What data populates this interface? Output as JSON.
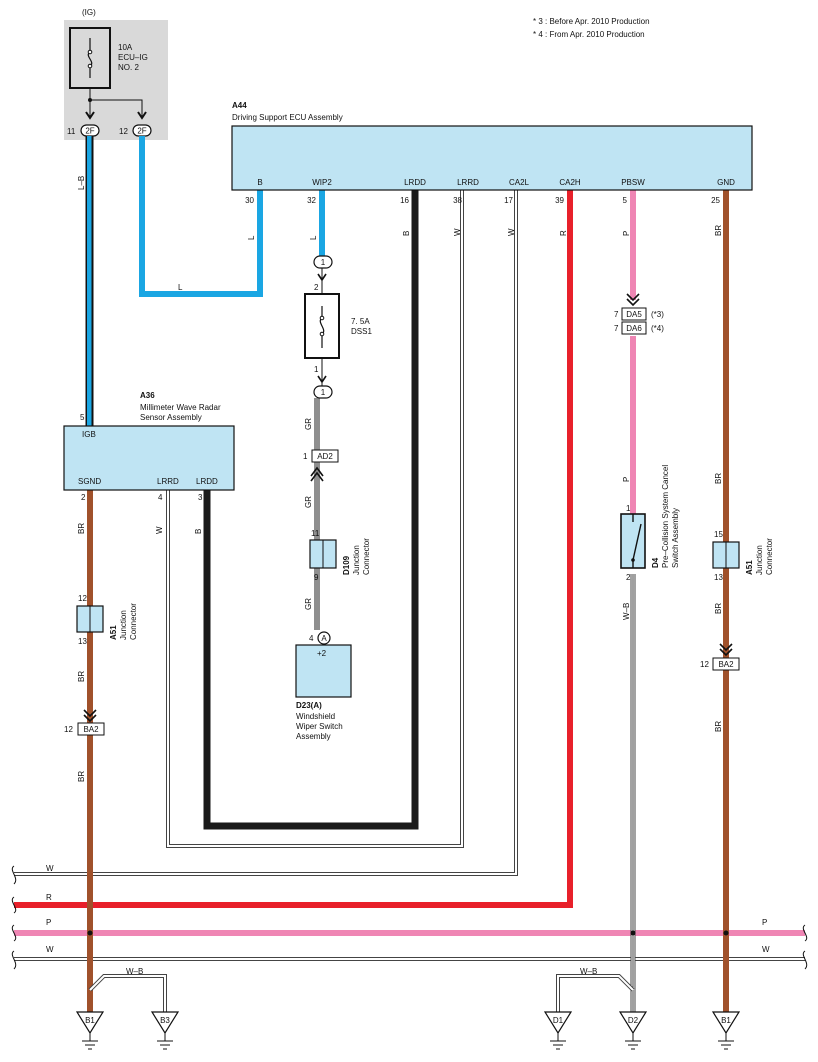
{
  "notes": {
    "n3": "* 3 : Before Apr.  2010 Production",
    "n4": "* 4 : From Apr.  2010 Production",
    "star_color": "#e8326e"
  },
  "fuse_block": {
    "ig_label": "(IG)",
    "fuse_text": [
      "10A",
      "ECU–IG",
      "NO. 2"
    ],
    "pins": [
      {
        "num": "11",
        "code": "2F"
      },
      {
        "num": "12",
        "code": "2F"
      }
    ]
  },
  "a44": {
    "code": "A44",
    "name": "Driving Support ECU Assembly",
    "terminals": [
      {
        "label": "B",
        "pin": "30",
        "wire": "L"
      },
      {
        "label": "WIP2",
        "pin": "32",
        "wire": "L"
      },
      {
        "label": "LRDD",
        "pin": "16",
        "wire": "B"
      },
      {
        "label": "LRRD",
        "pin": "38",
        "wire": "W"
      },
      {
        "label": "CA2L",
        "pin": "17",
        "wire": "W"
      },
      {
        "label": "CA2H",
        "pin": "39",
        "wire": "R"
      },
      {
        "label": "PBSW",
        "pin": "5",
        "wire": "P"
      },
      {
        "label": "GND",
        "pin": "25",
        "wire": "BR"
      }
    ]
  },
  "a36": {
    "code": "A36",
    "name": [
      "Millimeter Wave Radar",
      "Sensor Assembly"
    ],
    "igb_label": "IGB",
    "igb_pin": "5",
    "terminals": [
      {
        "label": "SGND",
        "pin": "2"
      },
      {
        "label": "LRRD",
        "pin": "4"
      },
      {
        "label": "LRDD",
        "pin": "3"
      }
    ]
  },
  "fuse_dss1": {
    "pin_in": "1",
    "pin_out": "2",
    "pin_low": "1",
    "pin_bottom": "1",
    "text": [
      "7. 5A",
      "DSS1"
    ]
  },
  "ad2": {
    "pin": "1",
    "code": "AD2"
  },
  "d109": {
    "code": "D109",
    "name": [
      "Junction",
      "Connector"
    ],
    "pin_top": "11",
    "pin_bottom": "9"
  },
  "d23": {
    "code": "D23(A)",
    "name": [
      "Windshield",
      "Wiper Switch",
      "Assembly"
    ],
    "pin": "4",
    "letter": "A",
    "terminal": "+2"
  },
  "da": {
    "rows": [
      {
        "pin": "7",
        "code": "DA5",
        "note": "(*3)"
      },
      {
        "pin": "7",
        "code": "DA6",
        "note": "(*4)"
      }
    ]
  },
  "d4": {
    "code": "D4",
    "name": [
      "Pre–Collision System Cancel",
      "Switch Assembly"
    ],
    "pin_top": "1",
    "pin_bottom": "2"
  },
  "a51_left": {
    "code": "A51",
    "name": [
      "Junction",
      "Connector"
    ],
    "pin_top": "12",
    "pin_bottom": "13"
  },
  "a51_right": {
    "code": "A51",
    "name": [
      "Junction",
      "Connector"
    ],
    "pin_top": "15",
    "pin_bottom": "13"
  },
  "ba2_left": {
    "pin": "12",
    "code": "BA2"
  },
  "ba2_right": {
    "pin": "12",
    "code": "BA2"
  },
  "wire_labels": {
    "lb": "L–B",
    "l": "L",
    "gr": "GR",
    "br": "BR",
    "w": "W",
    "b": "B",
    "r": "R",
    "p": "P",
    "wb": "W–B"
  },
  "grounds": [
    "B1",
    "B3",
    "D1",
    "D2",
    "B1"
  ],
  "colors": {
    "blue": "#1aa6e3",
    "black": "#1a1a1a",
    "red": "#e8202a",
    "pink": "#ef86b4",
    "brown": "#a0512b",
    "gray": "#8f8f8f",
    "component_fill": "#bfe4f3",
    "fuse_bg": "#d9d9d9"
  }
}
